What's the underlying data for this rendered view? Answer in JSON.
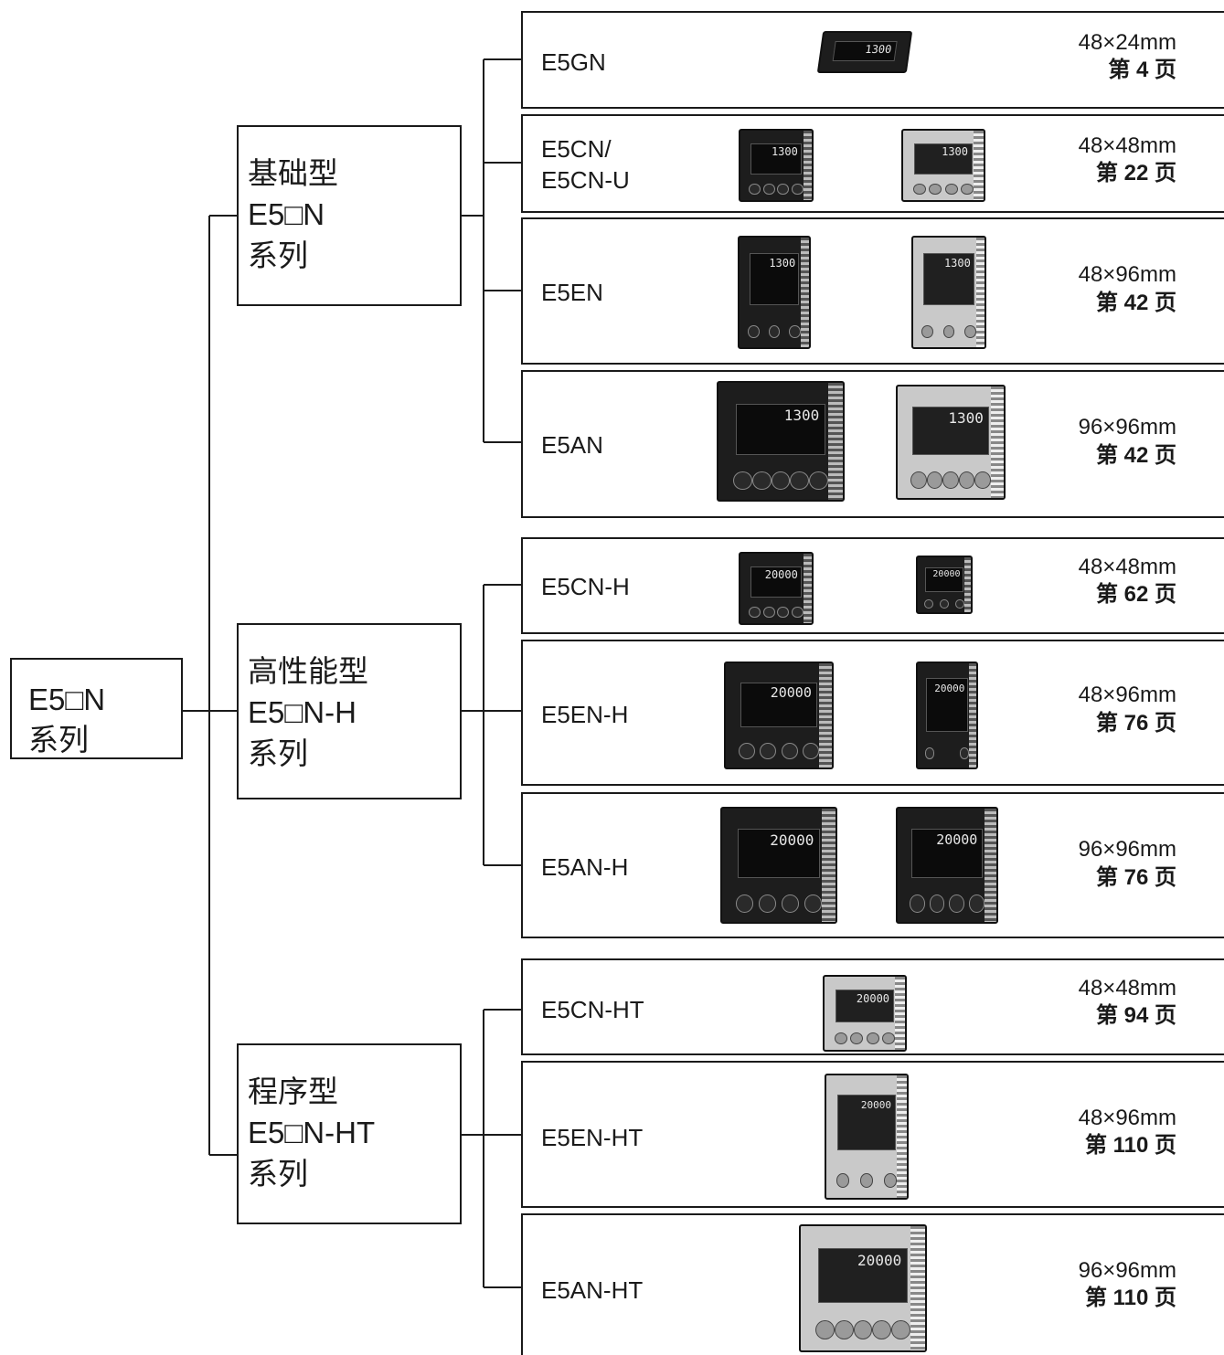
{
  "root": {
    "line1": "E5□N",
    "line2": "系列"
  },
  "categories": [
    {
      "line1": "基础型",
      "line2": "E5□N",
      "line3": "系列"
    },
    {
      "line1": "高性能型",
      "line2": "E5□N-H",
      "line3": "系列"
    },
    {
      "line1": "程序型",
      "line2": "E5□N-HT",
      "line3": "系列"
    }
  ],
  "products": [
    {
      "name1": "E5GN",
      "name2": "",
      "size": "48×24mm",
      "page": "第 4 页"
    },
    {
      "name1": "E5CN/",
      "name2": "E5CN-U",
      "size": "48×48mm",
      "page": "第 22 页"
    },
    {
      "name1": "E5EN",
      "name2": "",
      "size": "48×96mm",
      "page": "第 42 页"
    },
    {
      "name1": "E5AN",
      "name2": "",
      "size": "96×96mm",
      "page": "第 42 页"
    },
    {
      "name1": "E5CN-H",
      "name2": "",
      "size": "48×48mm",
      "page": "第 62 页"
    },
    {
      "name1": "E5EN-H",
      "name2": "",
      "size": "48×96mm",
      "page": "第 76 页"
    },
    {
      "name1": "E5AN-H",
      "name2": "",
      "size": "96×96mm",
      "page": "第 76 页"
    },
    {
      "name1": "E5CN-HT",
      "name2": "",
      "size": "48×48mm",
      "page": "第 94 页"
    },
    {
      "name1": "E5EN-HT",
      "name2": "",
      "size": "48×96mm",
      "page": "第 110 页"
    },
    {
      "name1": "E5AN-HT",
      "name2": "",
      "size": "96×96mm",
      "page": "第 110 页"
    }
  ],
  "device_images": [
    {
      "product": "E5GN",
      "color": "black",
      "readout": "1300"
    },
    {
      "product": "E5CN",
      "color": "black",
      "readout": "1300"
    },
    {
      "product": "E5CN",
      "color": "grey",
      "readout": "1300"
    },
    {
      "product": "E5EN",
      "color": "black",
      "readout": "1300"
    },
    {
      "product": "E5EN",
      "color": "grey",
      "readout": "1300"
    },
    {
      "product": "E5AN",
      "color": "black",
      "readout": "1300"
    },
    {
      "product": "E5AN",
      "color": "grey",
      "readout": "1300"
    },
    {
      "product": "E5CN-H",
      "color": "black",
      "readout": "20000"
    },
    {
      "product": "E5CN-H",
      "color": "black",
      "readout": "20000"
    },
    {
      "product": "E5EN-H",
      "color": "black",
      "readout": "20000"
    },
    {
      "product": "E5EN-H",
      "color": "black",
      "readout": "20000"
    },
    {
      "product": "E5AN-H",
      "color": "black",
      "readout": "20000"
    },
    {
      "product": "E5AN-H",
      "color": "black",
      "readout": "20000"
    },
    {
      "product": "E5CN-HT",
      "color": "grey",
      "readout": "20000"
    },
    {
      "product": "E5EN-HT",
      "color": "grey",
      "readout": "20000"
    },
    {
      "product": "E5AN-HT",
      "color": "grey",
      "readout": "20000"
    }
  ]
}
